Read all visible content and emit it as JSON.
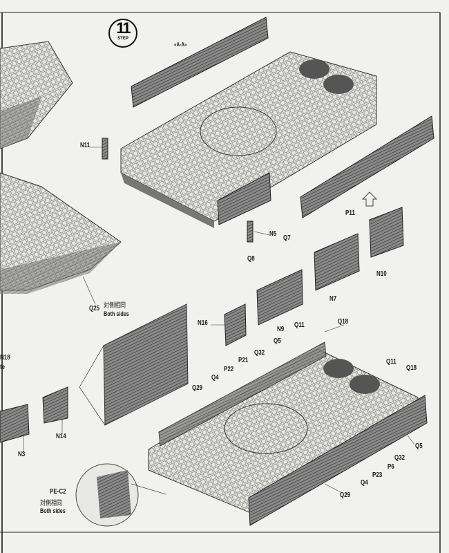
{
  "step": {
    "number": "11",
    "label": "STEP"
  },
  "section_label": "«A-A»",
  "notes": {
    "both_sides_cn": "対側相同",
    "both_sides_en": "Both sides"
  },
  "upper_labels": [
    "N11",
    "N5",
    "P11",
    "Q7",
    "Q8",
    "N10",
    "N7",
    "Q25",
    "N16",
    "N9"
  ],
  "lower_labels_top": [
    "Q11",
    "Q18",
    "Q5",
    "Q32",
    "P21",
    "P22",
    "Q4",
    "Q29",
    "Q11",
    "Q18"
  ],
  "lower_labels_side": [
    "Q5",
    "Q32",
    "P6",
    "P23",
    "Q4",
    "Q29"
  ],
  "left_labels": [
    "N14",
    "N3",
    "PE-C2"
  ],
  "left_partial": [
    "N18",
    "te"
  ]
}
